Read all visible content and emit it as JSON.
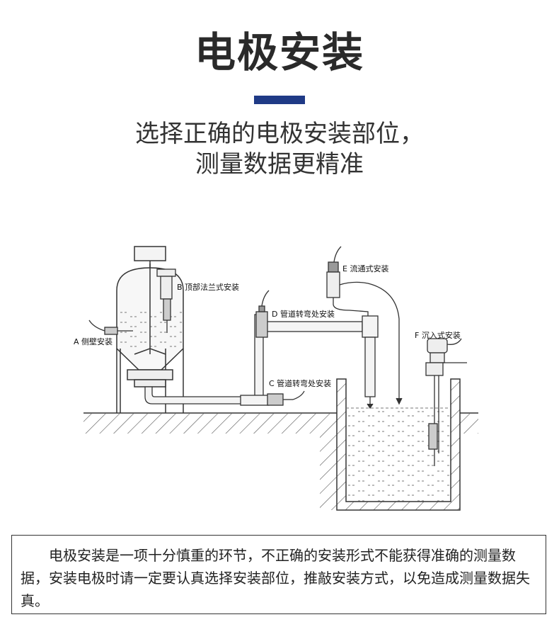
{
  "title": "电极安装",
  "subtitle": {
    "line1": "选择正确的电极安装部位，",
    "line2": "测量数据更精准"
  },
  "labels": {
    "a": "A 侧壁安装",
    "b": "B 顶部法兰式安装",
    "c": "C 管道转弯处安装",
    "d": "D 管道转弯处安装",
    "e": "E 流通式安装",
    "f": "F 沉入式安装"
  },
  "description": "电极安装是一项十分慎重的环节，不正确的安装形式不能获得准确的测量数据，安装电极时请一定要认真选择安装部位，推敲安装方式，以免造成测量数据失真。",
  "colors": {
    "accent_bar": "#1f3a86",
    "line": "#333333"
  }
}
